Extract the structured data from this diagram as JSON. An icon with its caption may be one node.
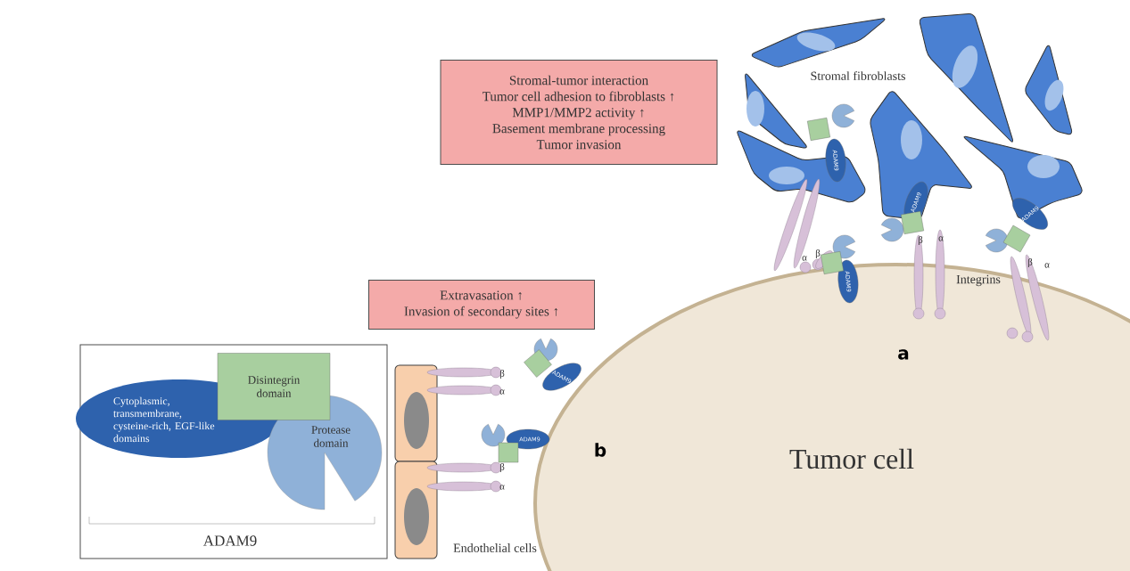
{
  "diagram": {
    "nodes": [
      {
        "text": [
          "Stromal-tumor interaction",
          "Tumor cell adhesion to fibroblasts ↑",
          "MMP1/MMP2 activity ↑",
          "Basement membrane processing",
          "Tumor invasion"
        ]
      },
      {
        "text": [
          "Extravasation ↑",
          "Invasion of secondary sites ↑"
        ]
      },
      {
        "text": [
          "ADAM9"
        ]
      },
      {
        "text": [
          "Cytoplasmic, transmembrane, cysteine-rich, EGF-like domains"
        ],
        "in": 2
      },
      {
        "text": [
          "Disintegrin domain"
        ],
        "in": 2
      },
      {
        "text": [
          "Protease domain"
        ],
        "in": 2
      },
      {
        "text": [
          "Tumor cell"
        ]
      }
    ],
    "labels": [
      "Stromal fibroblasts",
      "ADAM9",
      "ADAM9",
      "ADAM9",
      "β",
      "α",
      "β",
      "α",
      "α",
      "β",
      "ADAM9",
      "Integrins",
      "ADAM9",
      "β",
      "α",
      "a",
      "ADAM9",
      "b",
      "β",
      "α",
      "Endothelial cells"
    ]
  }
}
